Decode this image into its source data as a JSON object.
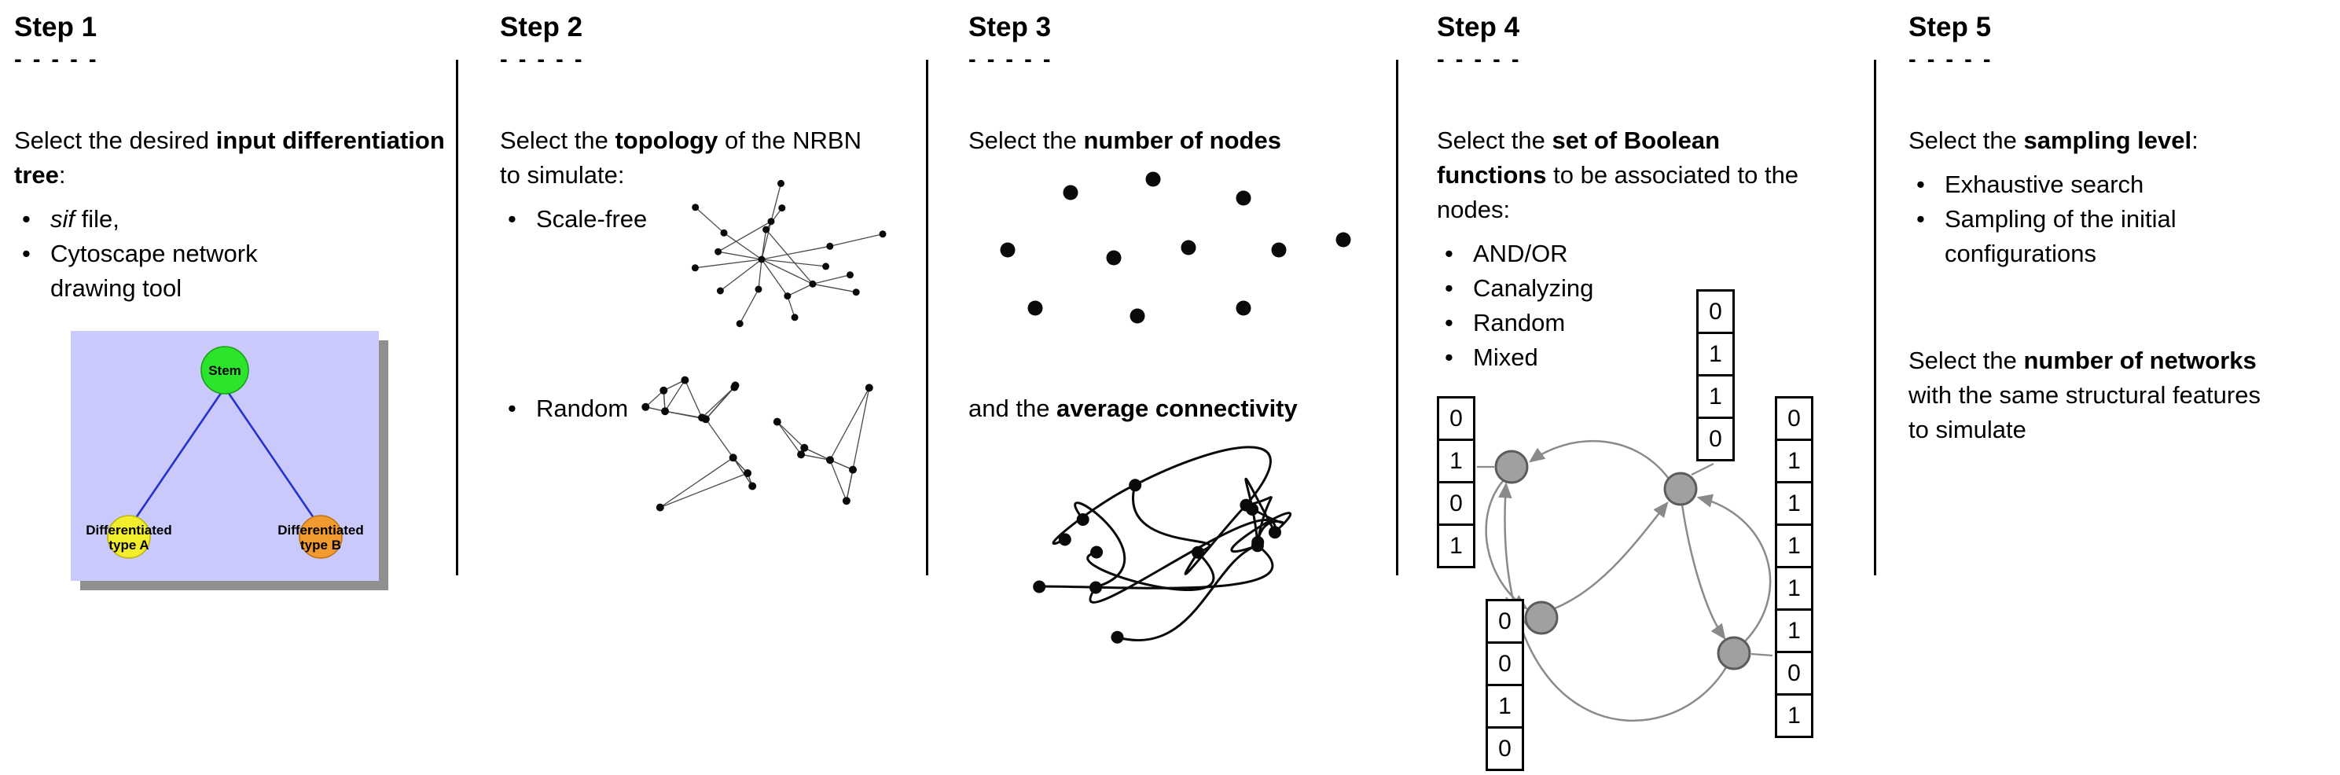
{
  "steps": [
    {
      "title": "Step 1",
      "dashes": "- - - - -",
      "intro": [
        "Select the desired ",
        "input differentiation tree",
        ":"
      ],
      "bullets": {
        "item1": [
          "sif",
          " file,"
        ],
        "item2": "Cytoscape network drawing tool"
      },
      "tree": {
        "stem": "Stem",
        "type_a_line1": "Differentiated",
        "type_a_line2": "type A",
        "type_b_line1": "Differentiated",
        "type_b_line2": "type B"
      },
      "colors": {
        "tree_background": "#c9c9fb",
        "stem_node": "#2ce42c",
        "type_a_node": "#f2ee2c",
        "type_b_node": "#f09a30",
        "tree_edge": "#2233cc"
      }
    },
    {
      "title": "Step 2",
      "dashes": "- - - - -",
      "intro": [
        "Select the ",
        "topology",
        " of the NRBN to simulate:"
      ],
      "bullets": {
        "item1": "Scale-free",
        "item2": "Random"
      }
    },
    {
      "title": "Step 3",
      "dashes": "- - - - -",
      "intro": [
        "Select the ",
        "number of nodes"
      ],
      "second": [
        "and the ",
        "average connectivity"
      ]
    },
    {
      "title": "Step 4",
      "dashes": "- - - - -",
      "intro": [
        "Select the ",
        "set of Boolean functions",
        " to be associated to the nodes:"
      ],
      "bullets": {
        "item1": "AND/OR",
        "item2": "Canalyzing",
        "item3": "Random",
        "item4": "Mixed"
      },
      "truth_tables": {
        "left": [
          "0",
          "1",
          "0",
          "1"
        ],
        "top": [
          "0",
          "1",
          "1",
          "0"
        ],
        "right": [
          "0",
          "1",
          "1",
          "1",
          "1",
          "1",
          "0",
          "1"
        ],
        "bottom": [
          "0",
          "0",
          "1",
          "0"
        ]
      }
    },
    {
      "title": "Step 5",
      "dashes": "- - - - -",
      "intro": [
        "Select the ",
        "sampling level",
        ":"
      ],
      "bullets": {
        "item1": "Exhaustive search",
        "item2": "Sampling of the initial configurations"
      },
      "second": [
        "Select the ",
        "number of networks",
        " with the same structural features to simulate"
      ]
    }
  ]
}
